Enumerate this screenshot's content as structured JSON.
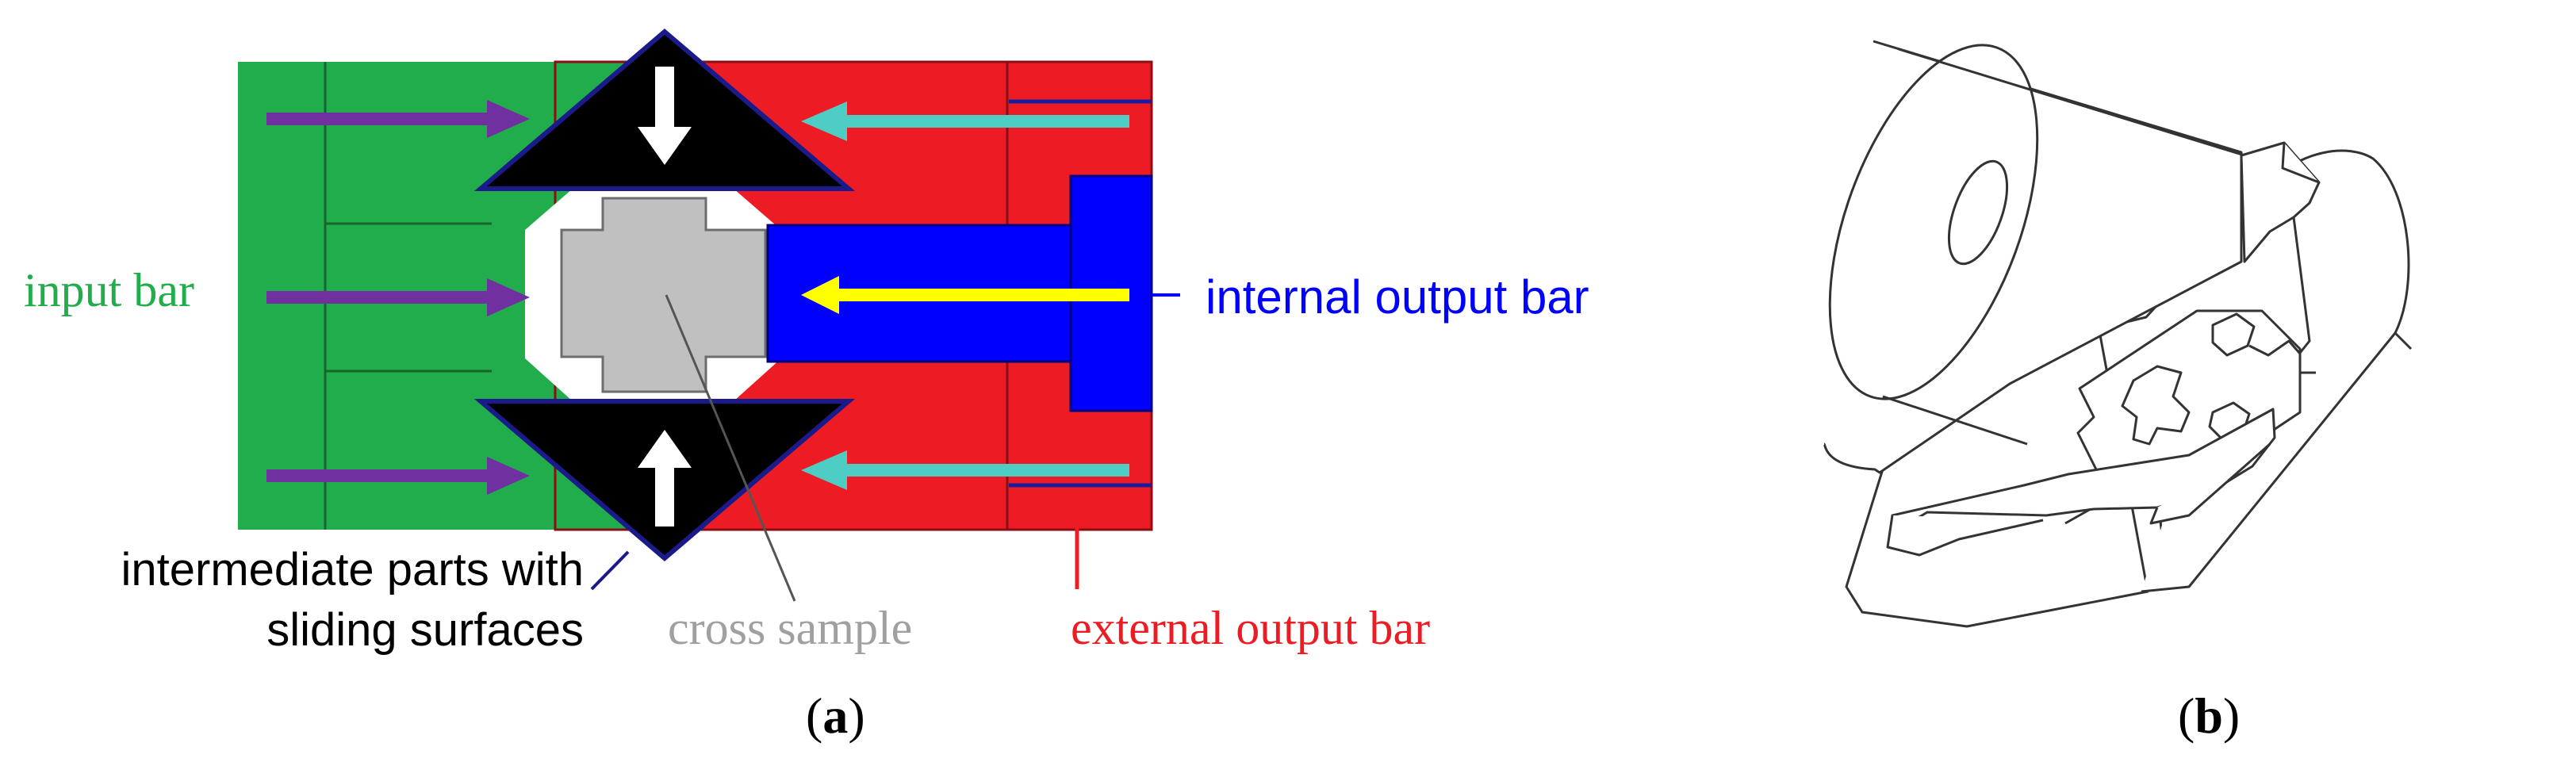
{
  "panel_a": {
    "label_input_bar": "input bar",
    "label_internal_output_bar": "internal output bar",
    "label_intermediate_line1": "intermediate parts with",
    "label_intermediate_line2": "sliding surfaces",
    "label_cross_sample": "cross sample",
    "label_external_output_bar": "external output bar",
    "caption_open": "(",
    "caption_letter": "a",
    "caption_close": ")"
  },
  "panel_b": {
    "caption_open": "(",
    "caption_letter": "b",
    "caption_close": ")"
  },
  "colors": {
    "input_bar": "#21ad4b",
    "external_output_bar": "#ed1c24",
    "internal_output_bar": "#0000ff",
    "intermediate_parts": "#000000",
    "cross_sample": "#c0c0c0",
    "input_arrows": "#7030a0",
    "output_arrows": "#4ecdc4",
    "internal_arrow": "#ffff00",
    "label_input": "#21ad4b",
    "label_internal": "#0000ff",
    "label_external": "#ed1c24",
    "label_cross": "#a0a0a0"
  }
}
